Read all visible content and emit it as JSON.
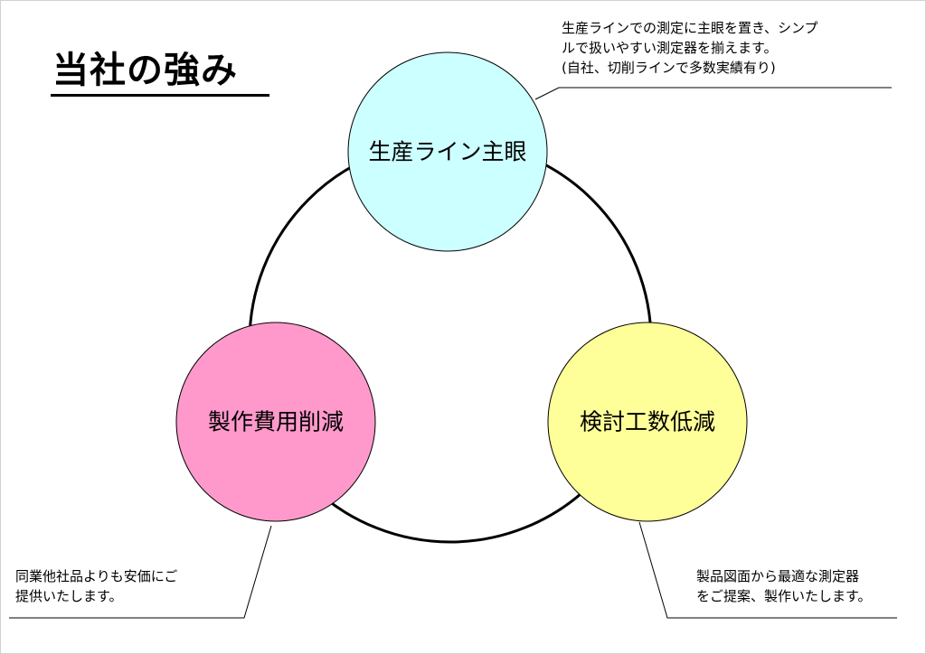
{
  "title": "当社の強み",
  "nodes": [
    {
      "id": "production-line",
      "label": "生産ライン主眼",
      "color": "#ccffff"
    },
    {
      "id": "man-hour-reduction",
      "label": "検討工数低減",
      "color": "#ffff99"
    },
    {
      "id": "cost-reduction",
      "label": "製作費用削減",
      "color": "#ff99cc"
    }
  ],
  "notes": {
    "top_right": [
      "生産ラインでの測定に主眼を置き、シンプ",
      "ルで扱いやすい測定器を揃えます。",
      "(自社、切削ラインで多数実績有り)"
    ],
    "bottom_right": [
      "製品図面から最適な測定器",
      "をご提案、製作いたします。"
    ],
    "bottom_left": [
      "同業他社品よりも安価にご",
      "提供いたします。"
    ]
  }
}
